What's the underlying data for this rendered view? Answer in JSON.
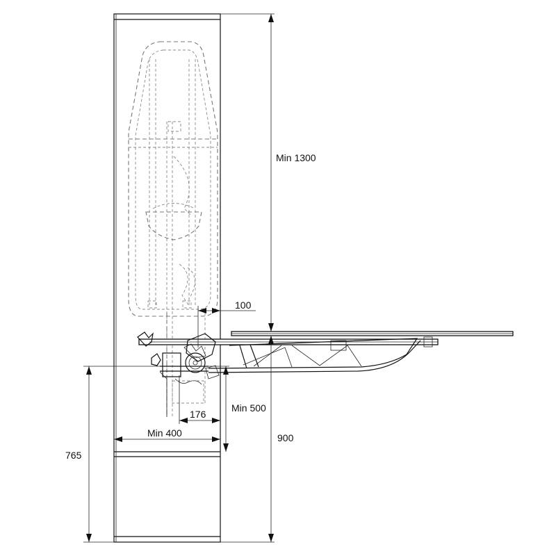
{
  "dimensions": {
    "height_above": "Min 1300",
    "gap_100": "100",
    "min_500": "Min 500",
    "offset_176": "176",
    "min_400": "Min 400",
    "height_900": "900",
    "height_765": "765"
  }
}
